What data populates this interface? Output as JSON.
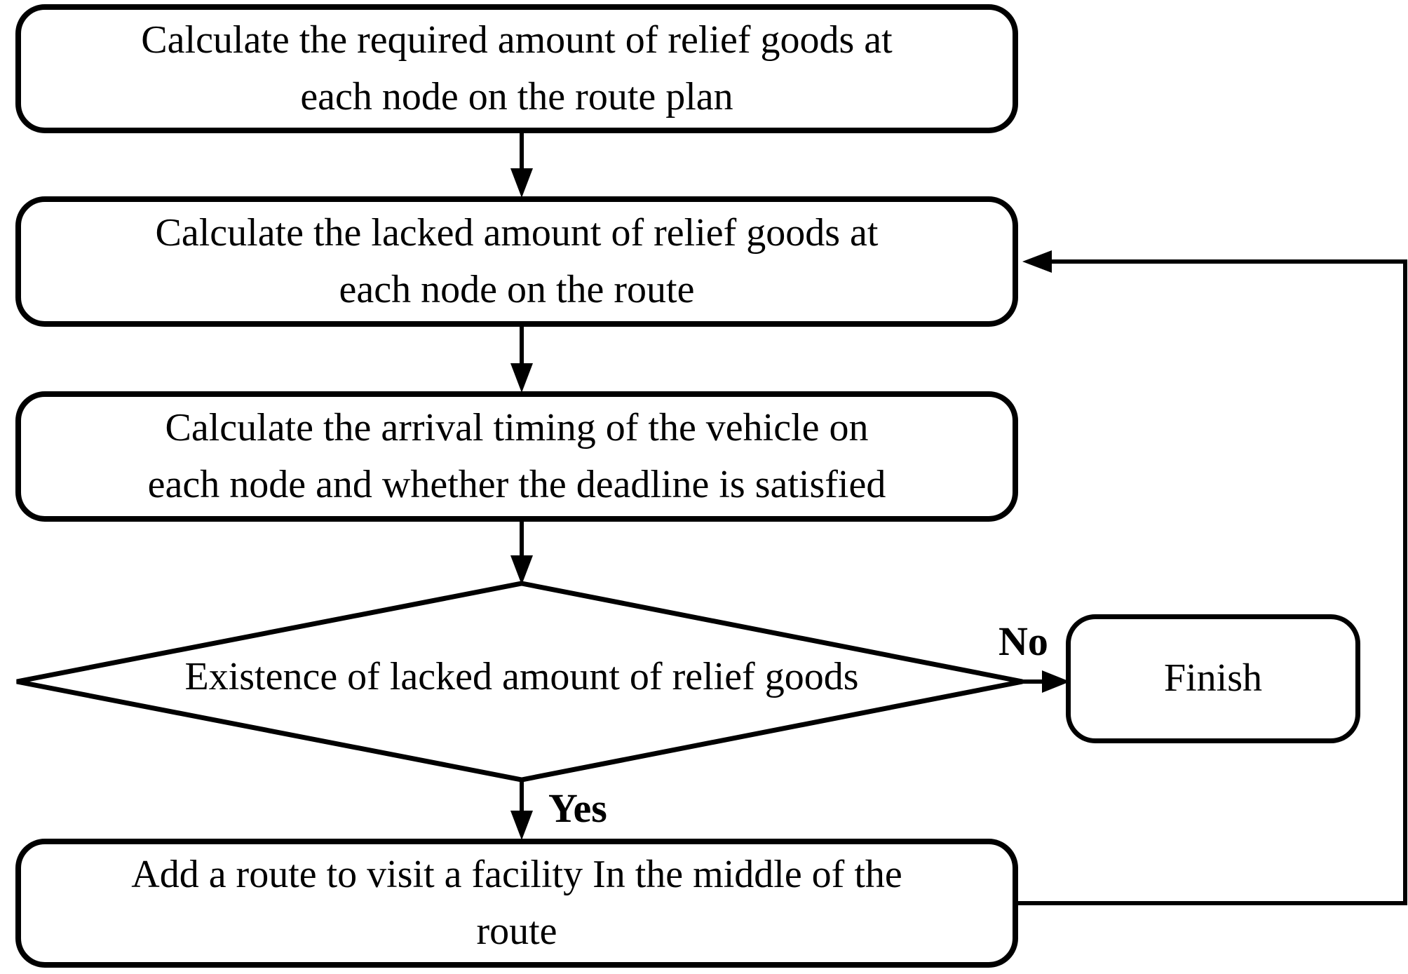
{
  "flowchart": {
    "background_color": "#ffffff",
    "stroke_color": "#000000",
    "text_color": "#000000",
    "nodes": {
      "step1": {
        "type": "process",
        "label": "Calculate the required amount of relief goods at\neach node on the route plan"
      },
      "step2": {
        "type": "process",
        "label": "Calculate the lacked amount of relief goods at\neach node on the route"
      },
      "step3": {
        "type": "process",
        "label": "Calculate the arrival timing of the vehicle on\neach node and whether the deadline is satisfied"
      },
      "decision": {
        "type": "decision",
        "label": "Existence of lacked amount of relief goods"
      },
      "step4": {
        "type": "process",
        "label": "Add a route to visit a facility In the middle of the\nroute"
      },
      "finish": {
        "type": "terminal",
        "label": "Finish"
      }
    },
    "edge_labels": {
      "no": "No",
      "yes": "Yes"
    },
    "edges": [
      {
        "from": "step1",
        "to": "step2",
        "label": ""
      },
      {
        "from": "step2",
        "to": "step3",
        "label": ""
      },
      {
        "from": "step3",
        "to": "decision",
        "label": ""
      },
      {
        "from": "decision",
        "to": "finish",
        "label": "No"
      },
      {
        "from": "decision",
        "to": "step4",
        "label": "Yes"
      },
      {
        "from": "step4",
        "to": "step2",
        "label": ""
      }
    ]
  }
}
